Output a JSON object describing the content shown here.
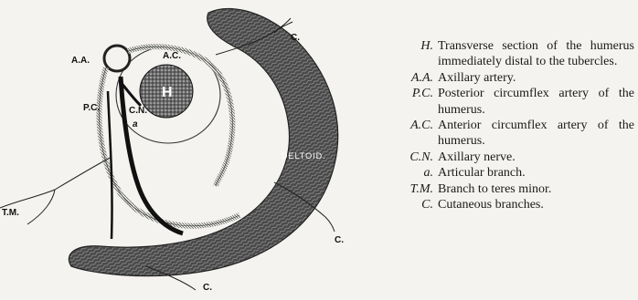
{
  "figure": {
    "labels": {
      "aa": "A.A.",
      "ac": "A.C.",
      "pc": "P.C.",
      "cn": "C.N.",
      "a": "a",
      "h": "H",
      "tm": "T.M.",
      "deltoid": "DELTOID.",
      "c_top": "C.",
      "c_right": "C.",
      "c_bottom": "C."
    }
  },
  "legend": {
    "items": [
      {
        "key": "H.",
        "desc": "Transverse section of the humerus immediately distal to the tubercles."
      },
      {
        "key": "A.A.",
        "desc": "Axillary artery."
      },
      {
        "key": "P.C.",
        "desc": "Posterior circumflex artery of the humerus."
      },
      {
        "key": "A.C.",
        "desc": "Anterior circumflex artery of the humerus."
      },
      {
        "key": "C.N.",
        "desc": "Axillary nerve."
      },
      {
        "key": "a.",
        "desc": "Articular branch."
      },
      {
        "key": "T.M.",
        "desc": "Branch to teres minor."
      },
      {
        "key": "C.",
        "desc": "Cutaneous branches."
      }
    ]
  }
}
